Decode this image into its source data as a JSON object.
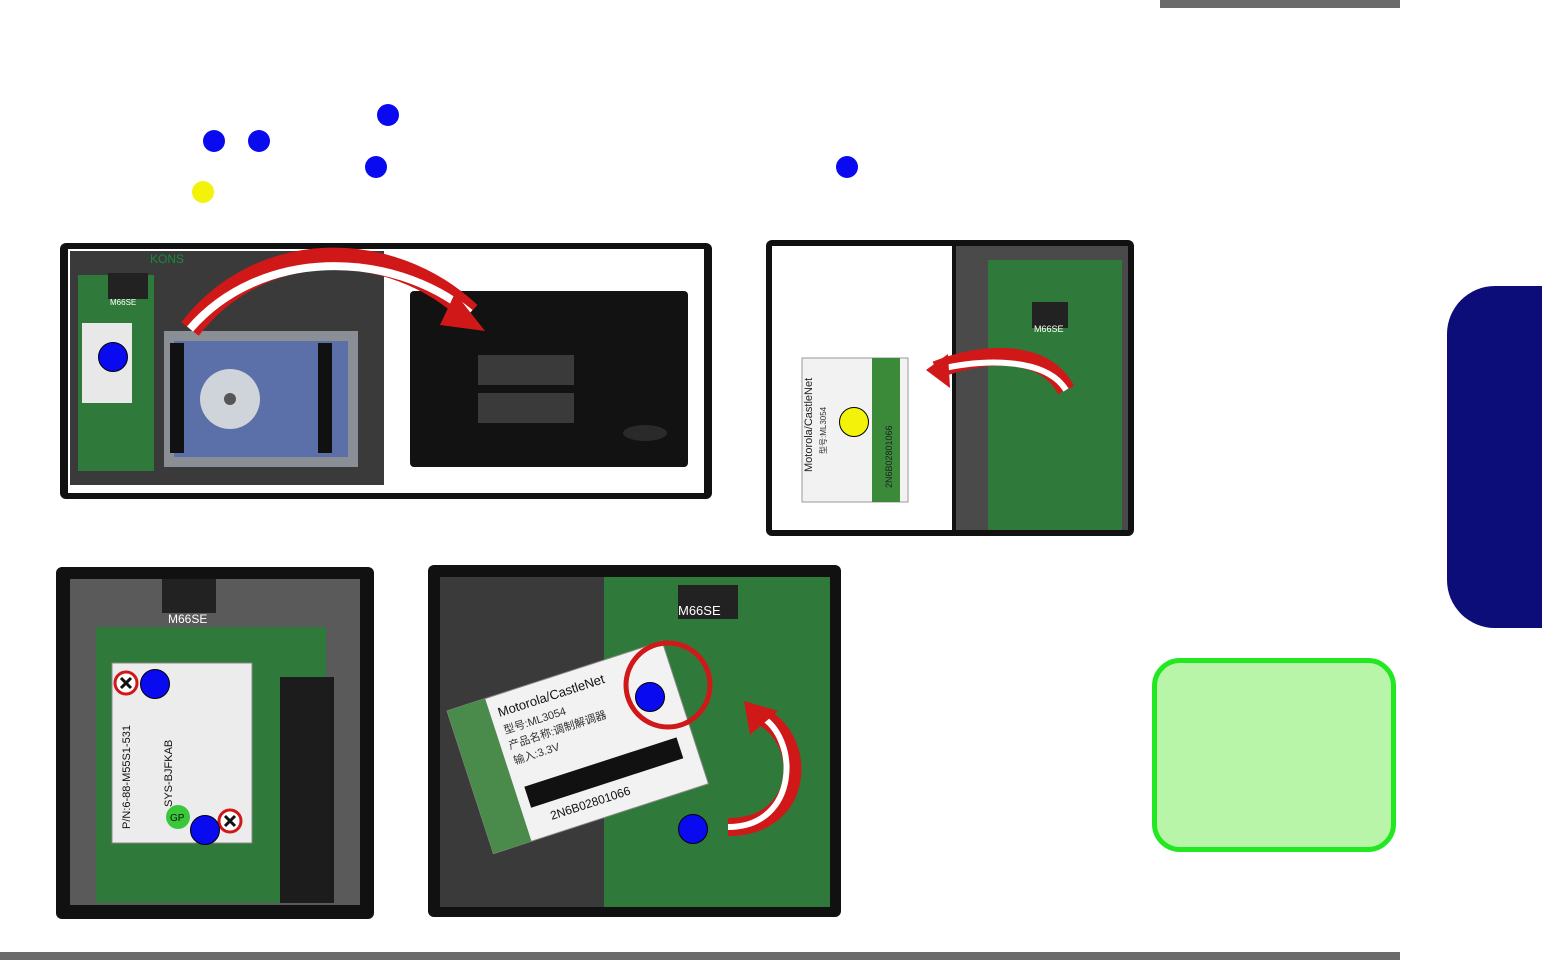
{
  "pcb_labels": {
    "chip": "M66SE",
    "module_brand": "Motorola/CastleNet",
    "module_model": "型号:ML3054",
    "module_name": "产品名称:调制解调器",
    "module_input": "输入:3.3V",
    "module_serial": "2N6B02801066",
    "card_pn": "P/N:6-88-M55S1-531",
    "card_sys": "SYS-BJFKAB",
    "gp_mark": "GP",
    "brand_logo": "KONS"
  },
  "colors": {
    "marker_blue": "#0a0af0",
    "marker_yellow": "#f2f20a",
    "side_tab": "#0d0d7a",
    "note_border": "#22e822",
    "note_fill": "#b8f5a8"
  },
  "icons": {
    "arrow": "curved-red-arrow",
    "screw": "screw-removal-icon"
  }
}
